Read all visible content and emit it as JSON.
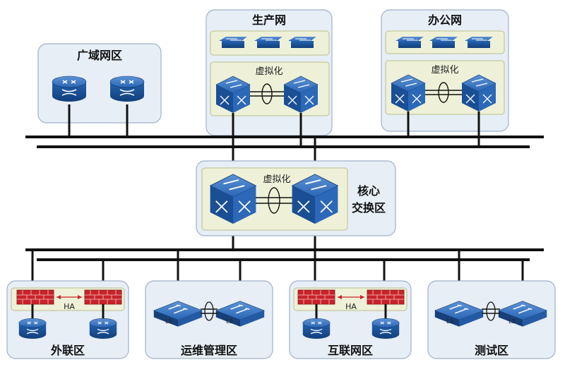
{
  "zones": {
    "wan": {
      "label": "广域网区"
    },
    "production": {
      "label": "生产网",
      "virtual": "虚拟化"
    },
    "office": {
      "label": "办公网",
      "virtual": "虚拟化"
    },
    "core": {
      "label_line1": "核心",
      "label_line2": "交换区",
      "virtual": "虚拟化"
    },
    "extranet": {
      "label": "外联区",
      "ha": "HA"
    },
    "ops": {
      "label": "运维管理区"
    },
    "internet": {
      "label": "互联网区",
      "ha": "HA"
    },
    "test": {
      "label": "测试区"
    }
  },
  "device_text": {
    "l3": "L3"
  },
  "colors": {
    "device_blue": "#1f5fae",
    "device_dark": "#123f7a",
    "firewall_red": "#c8232a",
    "zone_fill": "#e8eef6",
    "inner_fill": "#eef1d8"
  },
  "icons": [
    "router-icon",
    "l3-switch-icon",
    "core-switch-icon",
    "access-switch-icon",
    "firewall-icon"
  ]
}
